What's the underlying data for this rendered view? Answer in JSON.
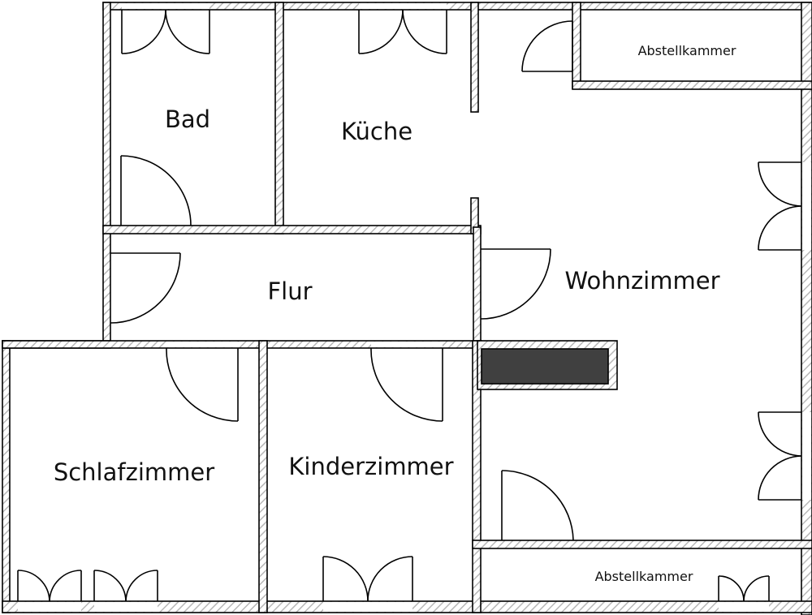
{
  "plan": {
    "rooms": {
      "bad": "Bad",
      "kueche": "Küche",
      "flur": "Flur",
      "wohnzimmer": "Wohnzimmer",
      "schlafzimmer": "Schlafzimmer",
      "kinderzimmer": "Kinderzimmer",
      "abstell_top": "Abstellkammer",
      "abstell_bottom": "Abstellkammer"
    },
    "colors": {
      "wall_outline": "#000000",
      "wall_hatch": "#b8b8b8",
      "chimney": "#404040",
      "background": "#ffffff"
    }
  }
}
